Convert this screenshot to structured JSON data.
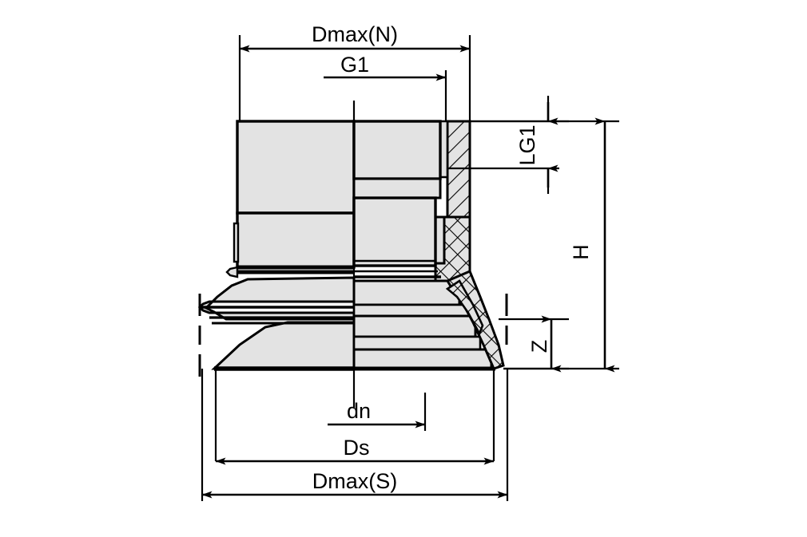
{
  "drawing": {
    "title": "Bellows suction cup cross-section dimension drawing",
    "background_color": "#ffffff",
    "line_color": "#000000",
    "fill_color": "#e3e3e3",
    "dimensions": {
      "dmax_n": "Dmax(N)",
      "g1": "G1",
      "lg1": "LG1",
      "h": "H",
      "z": "Z",
      "dn": "dn",
      "ds": "Ds",
      "dmax_s": "Dmax(S)"
    },
    "parts": {
      "body": "suction-cup-body",
      "bellows": "bellows-folds",
      "fitting": "threaded-fitting",
      "centerline": "axis-centerline"
    }
  }
}
